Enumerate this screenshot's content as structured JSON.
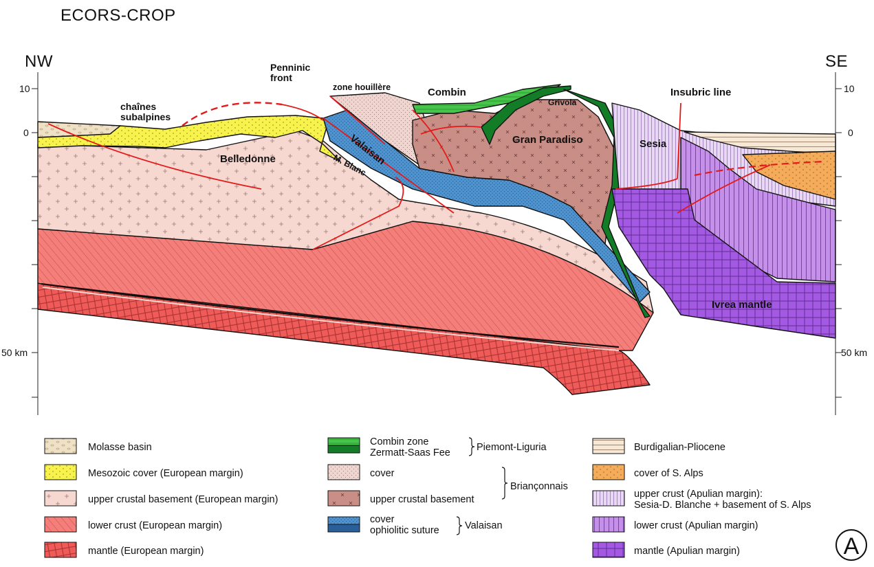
{
  "title": "ECORS-CROP",
  "orientation": {
    "left": "NW",
    "right": "SE"
  },
  "axes": {
    "left_ticks": [
      {
        "key": "t10",
        "label": "10"
      },
      {
        "key": "t0",
        "label": "0"
      },
      {
        "key": "t50",
        "label": "50 km"
      }
    ],
    "right_ticks": [
      {
        "key": "t10",
        "label": "10"
      },
      {
        "key": "t0",
        "label": "0"
      },
      {
        "key": "t50",
        "label": "50 km"
      }
    ]
  },
  "section_labels": {
    "chaines": [
      "chaînes",
      "subalpines"
    ],
    "penninic": [
      "Penninic",
      "front"
    ],
    "zone_houillere": "zone houillère",
    "combin": "Combin",
    "grivola": "Grivola",
    "insubric": "Insubric line",
    "belledonne": "Belledonne",
    "valaisan": "Valaisan",
    "mblanc": "M. Blanc",
    "gran_paradiso": "Gran Paradiso",
    "sesia": "Sesia",
    "ivrea": "Ivrea mantle"
  },
  "legend": {
    "col1": [
      {
        "key": "molasse",
        "label": "Molasse basin"
      },
      {
        "key": "mesozoic",
        "label": "Mesozoic cover (European margin)"
      },
      {
        "key": "ucb_eu",
        "label": "upper crustal basement (European margin)"
      },
      {
        "key": "lc_eu",
        "label": "lower crust (European margin)"
      },
      {
        "key": "mantle_eu",
        "label": "mantle (European margin)"
      }
    ],
    "col2": {
      "combin": [
        "Combin zone",
        "Zermatt-Saas Fee"
      ],
      "piemont": "Piemont-Liguria",
      "cover": "cover",
      "ucb_br": "upper crustal basement",
      "brianconnais": "Briançonnais",
      "valais": [
        "cover",
        "ophiolitic suture"
      ],
      "valaisan": "Valaisan"
    },
    "col3": [
      {
        "key": "burdigalian",
        "label": "Burdigalian-Pliocene"
      },
      {
        "key": "cover_s",
        "label": "cover of S. Alps"
      },
      {
        "key": "uc_ap",
        "label": [
          "upper crust (Apulian margin):",
          "Sesia-D. Blanche + basement of S. Alps"
        ]
      },
      {
        "key": "lc_ap",
        "label": "lower crust (Apulian margin)"
      },
      {
        "key": "mantle_ap",
        "label": "mantle (Apulian margin)"
      }
    ]
  },
  "panel_letter": "A",
  "colors": {
    "molasse": "#efe1c6",
    "mesozoic": "#f8f24c",
    "ucb_eu": "#f6d8d1",
    "lc_eu": "#f47e7a",
    "mantle_eu": "#ee5b58",
    "combin": "#45c64a",
    "zermatt": "#127d26",
    "cover_br": "#efd5d0",
    "ucb_br": "#c98e86",
    "valais": "#4f93cf",
    "burdigalian": "#f7e8d6",
    "cover_s": "#f4ab5a",
    "uc_ap": "#e9d8f4",
    "lc_ap": "#c490e8",
    "mantle_ap": "#a359e2",
    "fault": "#e41a1a"
  }
}
